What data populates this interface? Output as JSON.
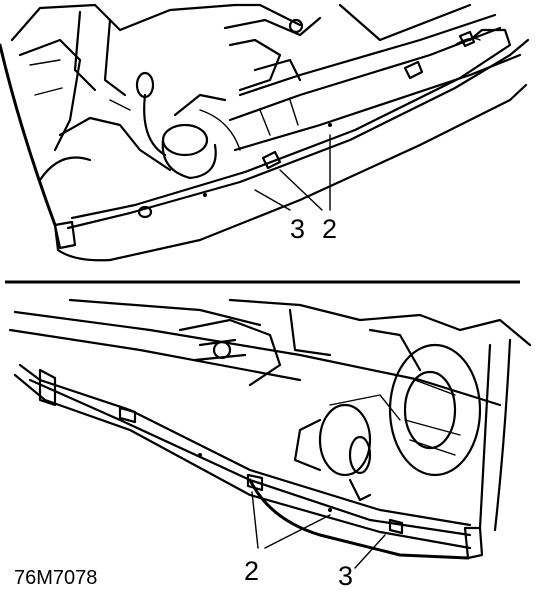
{
  "figure_reference": "76M7078",
  "top_view": {
    "callouts": [
      "3",
      "2"
    ]
  },
  "bottom_view": {
    "callouts": [
      "2",
      "3"
    ]
  }
}
